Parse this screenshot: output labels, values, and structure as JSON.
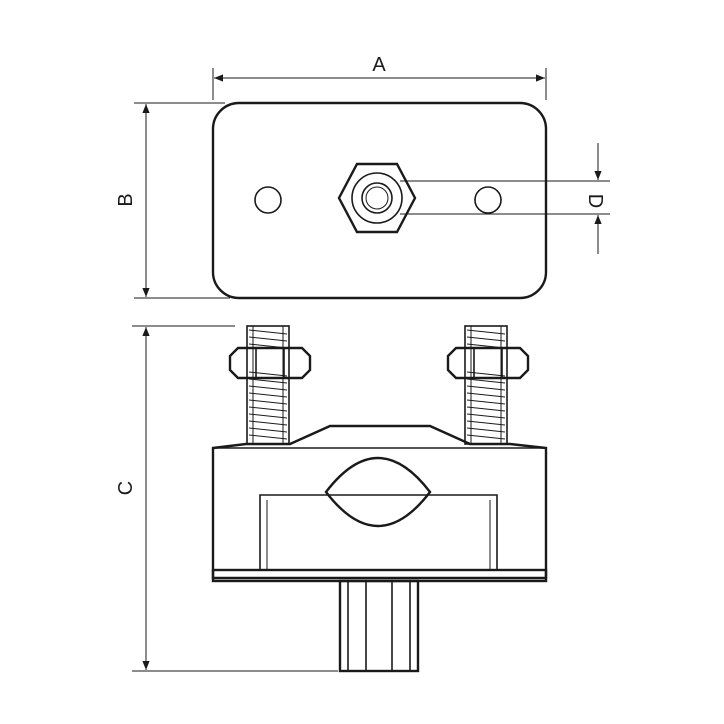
{
  "drawing": {
    "dimensions": {
      "width_label": "A",
      "height_label": "B",
      "overall_height_label": "C",
      "stud_diameter_label": "D"
    }
  }
}
